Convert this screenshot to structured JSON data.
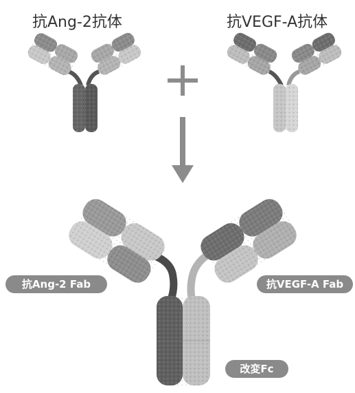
{
  "titles": {
    "left": "抗Ang-2抗体",
    "right": "抗VEGF-A抗体"
  },
  "labels": {
    "ang2_fab": "抗Ang-2 Fab",
    "vegf_fab": "抗VEGF-A Fab",
    "modified_fc": "改変Fc"
  },
  "icons": {
    "plus": "plus-icon",
    "arrow": "arrow-down-icon"
  },
  "colors": {
    "dark": "#6e6e6e",
    "medium": "#9a9a9a",
    "light": "#c8c8c8",
    "pill": "#8a8a8a",
    "symbol": "#8c8c8c"
  }
}
